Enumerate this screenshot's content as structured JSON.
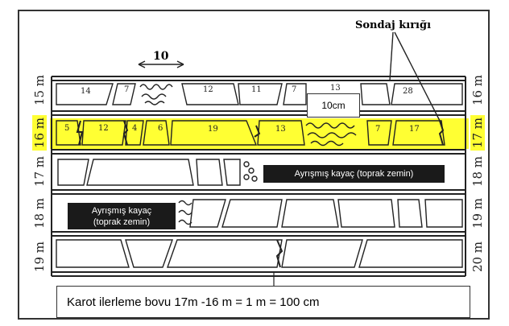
{
  "scale_label": "10",
  "fracture_label": "Sondaj kırığı",
  "callout_label": "10cm",
  "depth_left": [
    "15 m",
    "16 m",
    "17 m",
    "18 m",
    "19 m"
  ],
  "depth_right": [
    "16 m",
    "17 m",
    "18 m",
    "19 m",
    "20 m"
  ],
  "row1_pieces": [
    "14",
    "7",
    "12",
    "11",
    "7",
    "13",
    "28"
  ],
  "row2_pieces": [
    "5",
    "12",
    "4",
    "6",
    "19",
    "13",
    "7",
    "17"
  ],
  "weathered_1": "Ayrışmış kayaç (toprak zemin)",
  "weathered_2_line1": "Ayrışmış kayaç",
  "weathered_2_line2": "(toprak zemin)",
  "caption": "Karot ilerleme bovu 17m -16 m = 1 m = 100 cm",
  "colors": {
    "highlight": "#ffff33",
    "ink": "#222222"
  }
}
